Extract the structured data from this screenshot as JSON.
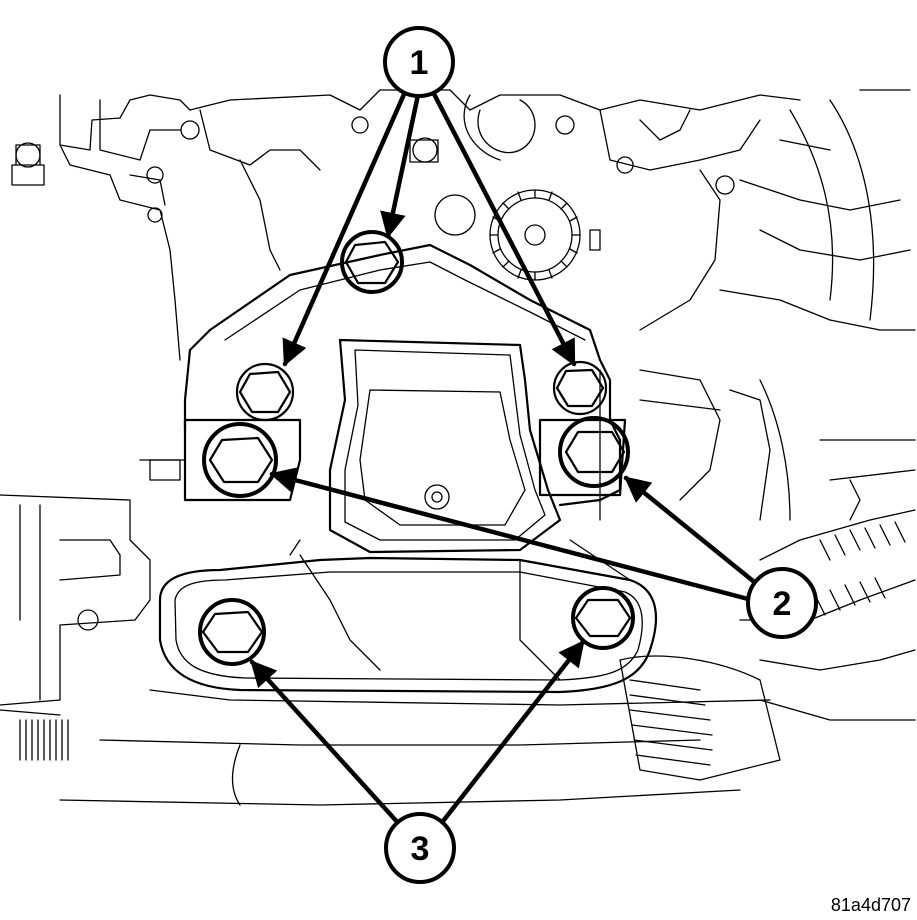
{
  "callouts": [
    {
      "id": "callout-1",
      "label": "1"
    },
    {
      "id": "callout-2",
      "label": "2"
    },
    {
      "id": "callout-3",
      "label": "3"
    }
  ],
  "figure_id": "81a4d707"
}
